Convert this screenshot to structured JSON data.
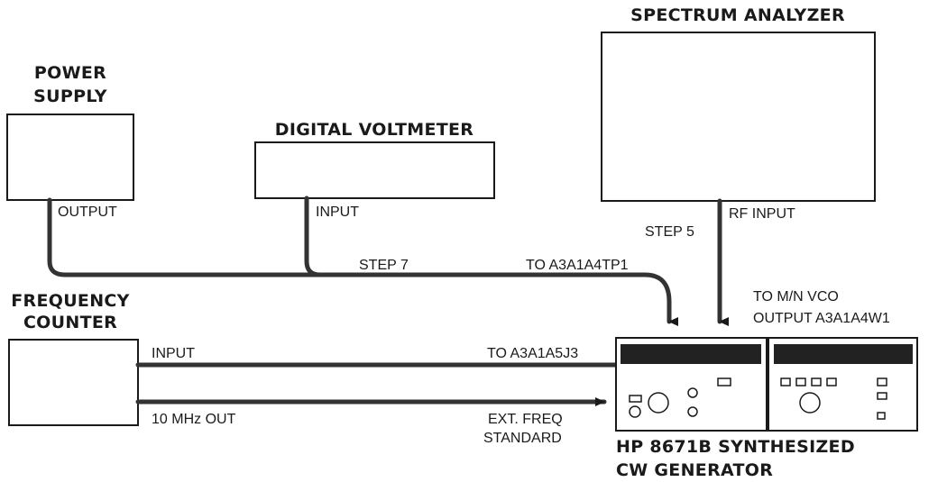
{
  "instruments": {
    "power_supply": {
      "title_line1": "POWER",
      "title_line2": "SUPPLY",
      "port": "OUTPUT"
    },
    "dvm": {
      "title": "DIGITAL VOLTMETER",
      "port": "INPUT"
    },
    "spectrum_analyzer": {
      "title": "SPECTRUM ANALYZER",
      "port": "RF INPUT"
    },
    "frequency_counter": {
      "title_line1": "FREQUENCY",
      "title_line2": "COUNTER",
      "port_input": "INPUT",
      "port_10mhz": "10 MHz OUT"
    },
    "generator": {
      "title_line1": "HP 8671B SYNTHESIZED",
      "title_line2": "CW GENERATOR"
    }
  },
  "connections": {
    "step7": "STEP 7",
    "to_tp1": "TO A3A1A4TP1",
    "step5": "STEP 5",
    "to_vco_line1": "TO M/N VCO",
    "to_vco_line2": "OUTPUT A3A1A4W1",
    "to_j3": "TO A3A1A5J3",
    "ext_freq_line1": "EXT. FREQ",
    "ext_freq_line2": "STANDARD"
  }
}
